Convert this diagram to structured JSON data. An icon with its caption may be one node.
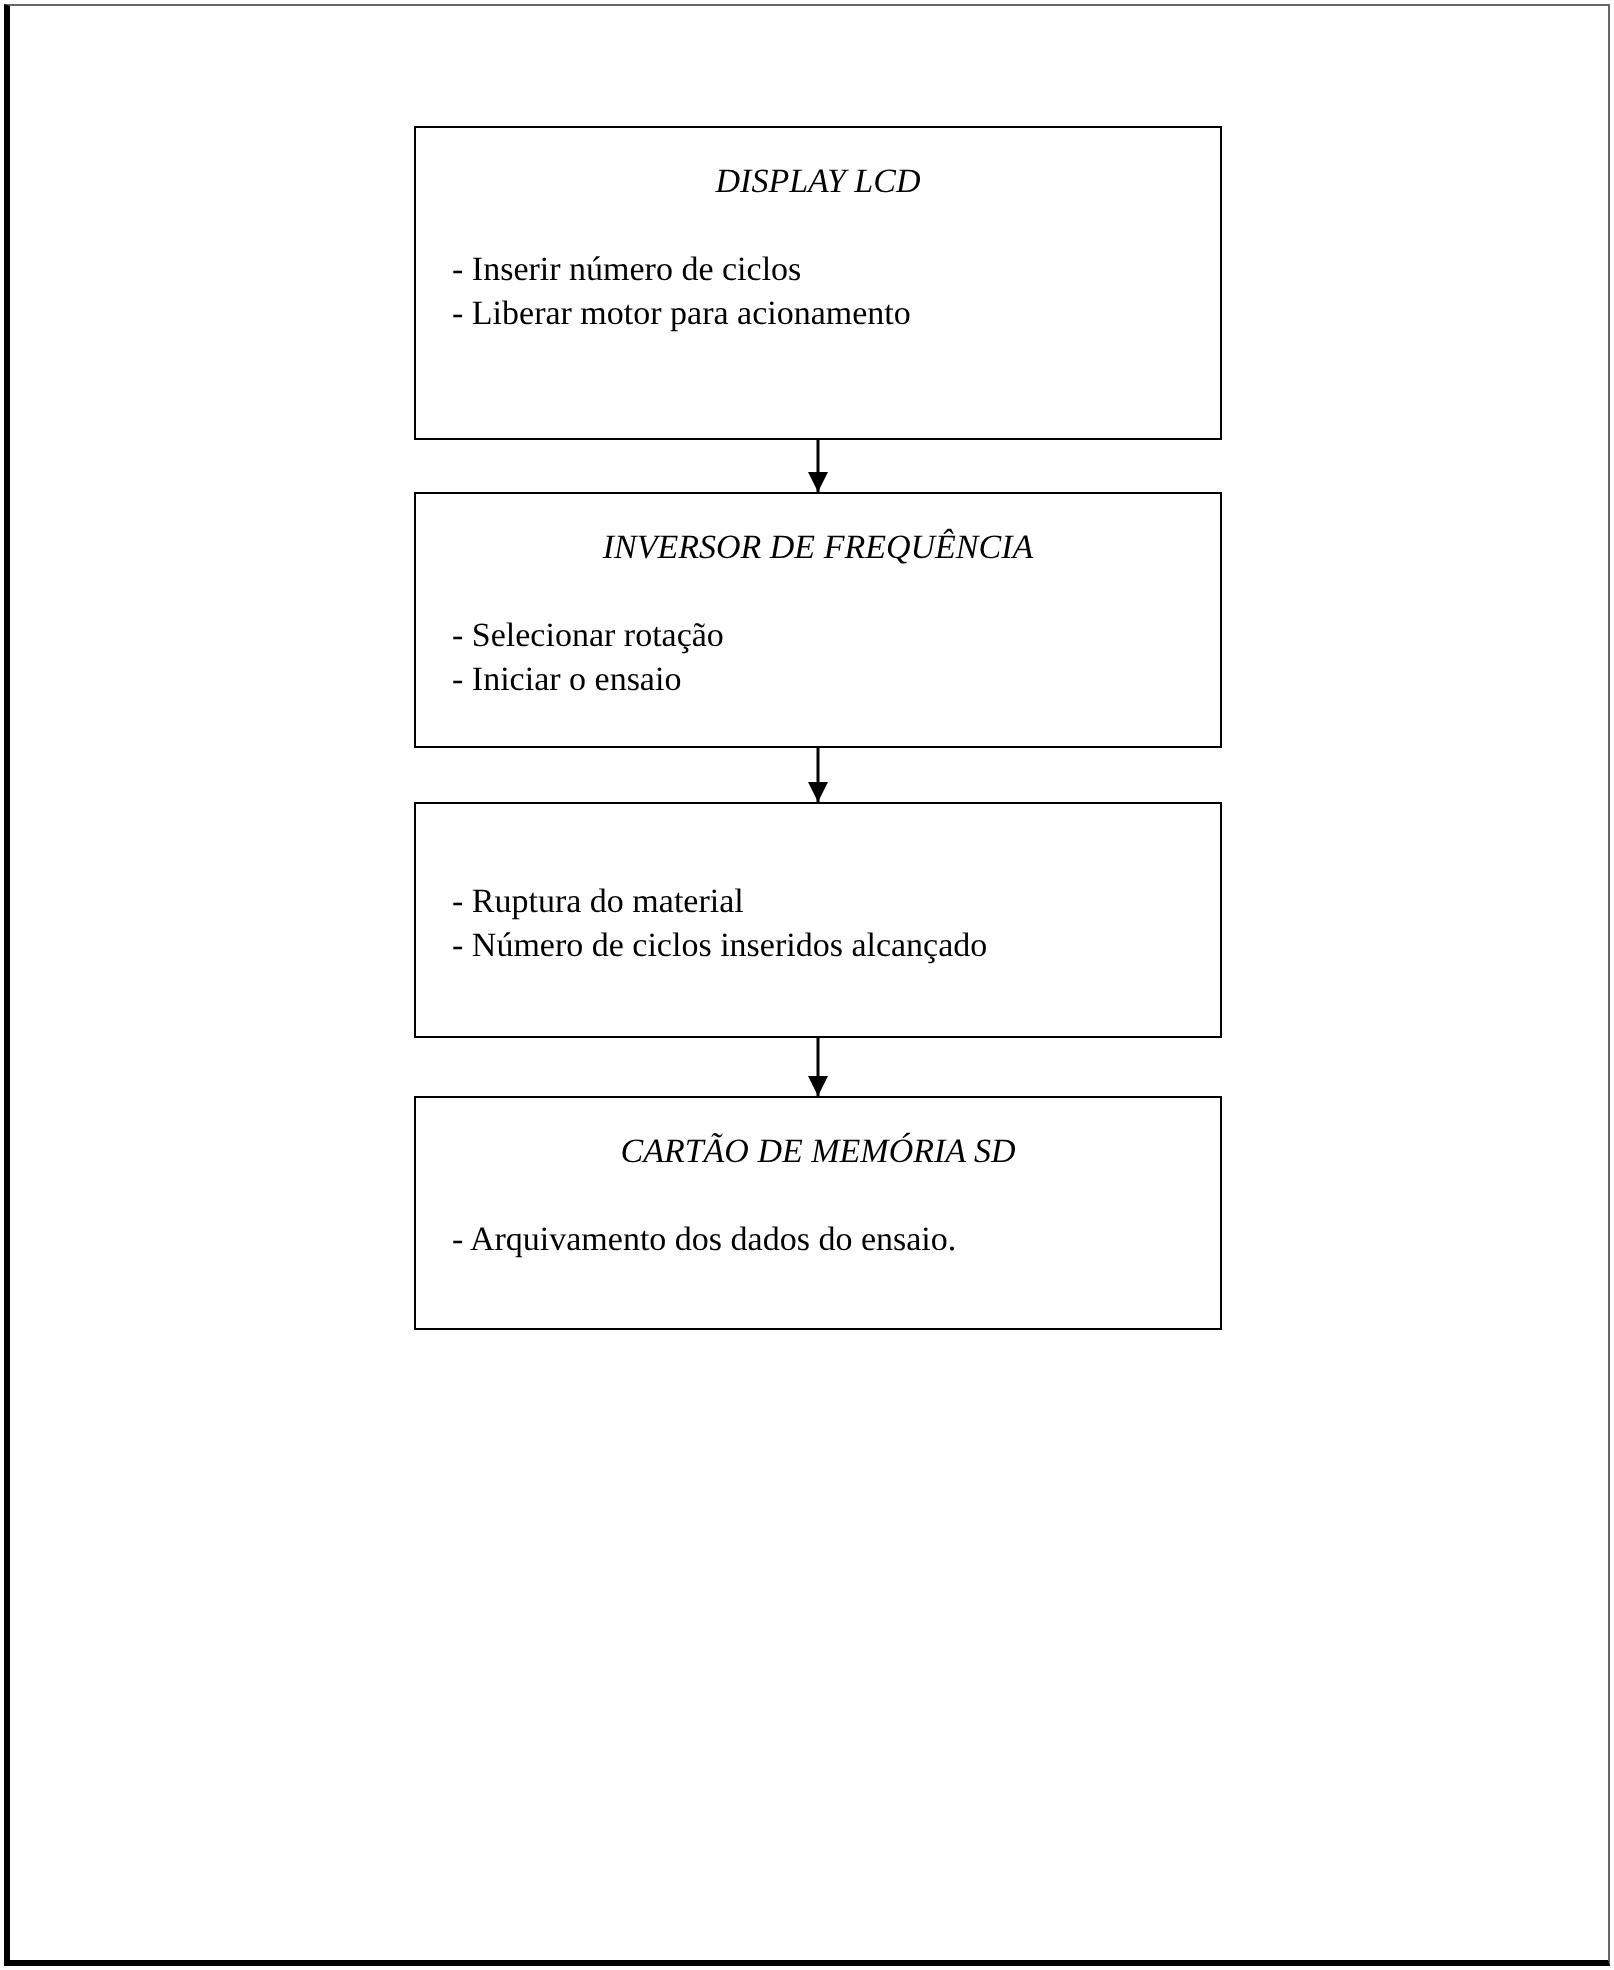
{
  "diagram": {
    "nodes": [
      {
        "text": [
          "DISPLAY LCD",
          "- Inserir número de ciclos",
          "- Liberar motor para acionamento"
        ]
      },
      {
        "text": [
          "INVERSOR DE FREQUÊNCIA",
          "- Selecionar rotação",
          "- Iniciar o ensaio"
        ]
      },
      {
        "text": [
          "- Ruptura do material",
          "- Número de ciclos inseridos alcançado"
        ]
      },
      {
        "text": [
          "CARTÃO DE MEMÓRIA SD",
          "- Arquivamento dos dados do ensaio."
        ]
      }
    ],
    "edges": [
      {
        "from": 0,
        "to": 1,
        "arrow": "to"
      },
      {
        "from": 1,
        "to": 2,
        "arrow": "to"
      },
      {
        "from": 2,
        "to": 3,
        "arrow": "to"
      }
    ]
  }
}
